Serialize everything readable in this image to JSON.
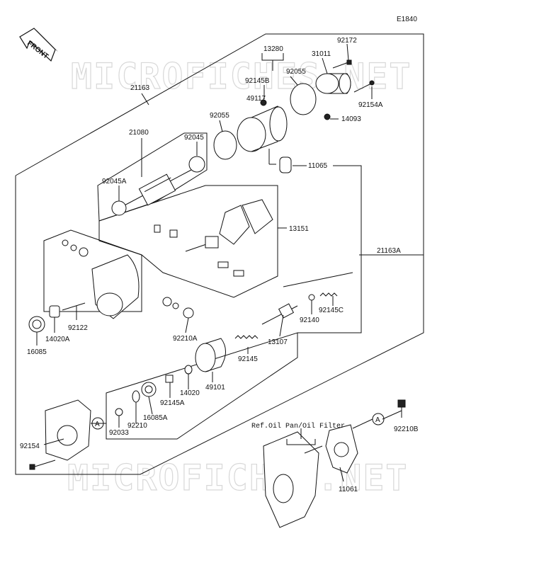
{
  "diagram_code": "E1840",
  "front_label": "FRONT",
  "watermark": "MICROFICHES.NET",
  "reference_note": "Ref.Oil Pan/Oil Filter",
  "callout_letter": "A",
  "parts": {
    "p21163": "21163",
    "p21163A": "21163A",
    "p13280": "13280",
    "p31011": "31011",
    "p92172": "92172",
    "p92145B": "92145B",
    "p92055a": "92055",
    "p92055b": "92055",
    "p49117": "49117",
    "p92154A": "92154A",
    "p14093": "14093",
    "p11065": "11065",
    "p21080": "21080",
    "p92045": "92045",
    "p92045A": "92045A",
    "p13151": "13151",
    "p92145C": "92145C",
    "p92140": "92140",
    "p13107": "13107",
    "p92145": "92145",
    "p49101": "49101",
    "p14020": "14020",
    "p92145A": "92145A",
    "p16085A": "16085A",
    "p92210": "92210",
    "p92033": "92033",
    "p92210A": "92210A",
    "p92122": "92122",
    "p14020A": "14020A",
    "p16085": "16085",
    "p92154": "92154",
    "p92210B": "92210B",
    "p11061": "11061"
  }
}
